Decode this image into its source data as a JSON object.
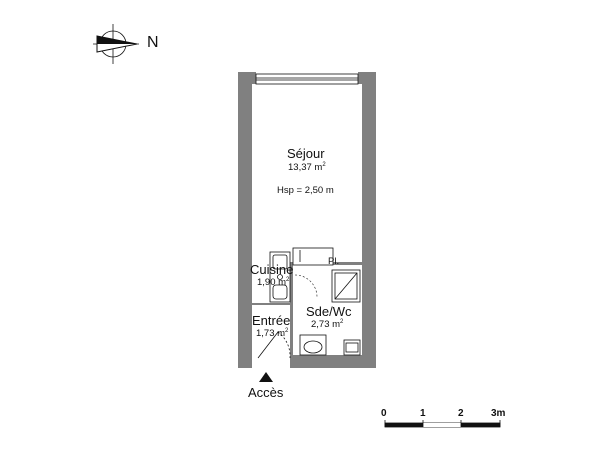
{
  "compass": {
    "label": "N",
    "icon": "north-arrow-icon"
  },
  "rooms": [
    {
      "id": "sejour",
      "name": "Séjour",
      "area_value": "13,37 m",
      "area_unit_sup": "2"
    },
    {
      "id": "cuisine",
      "name": "Cuisine",
      "area_value": "1,90 m",
      "area_unit_sup": "2"
    },
    {
      "id": "entree",
      "name": "Entrée",
      "area_value": "1,73 m",
      "area_unit_sup": "2"
    },
    {
      "id": "sdewc",
      "name": "Sde/Wc",
      "area_value": "2,73 m",
      "area_unit_sup": "2"
    }
  ],
  "hsp": "Hsp = 2,50 m",
  "placard": "Pl.",
  "access": {
    "label": "Accès",
    "icon": "entrance-arrow-icon"
  },
  "scale": {
    "ticks": [
      "0",
      "1",
      "2",
      "3m"
    ]
  },
  "colors": {
    "wall": "#808080",
    "line": "#111111"
  }
}
